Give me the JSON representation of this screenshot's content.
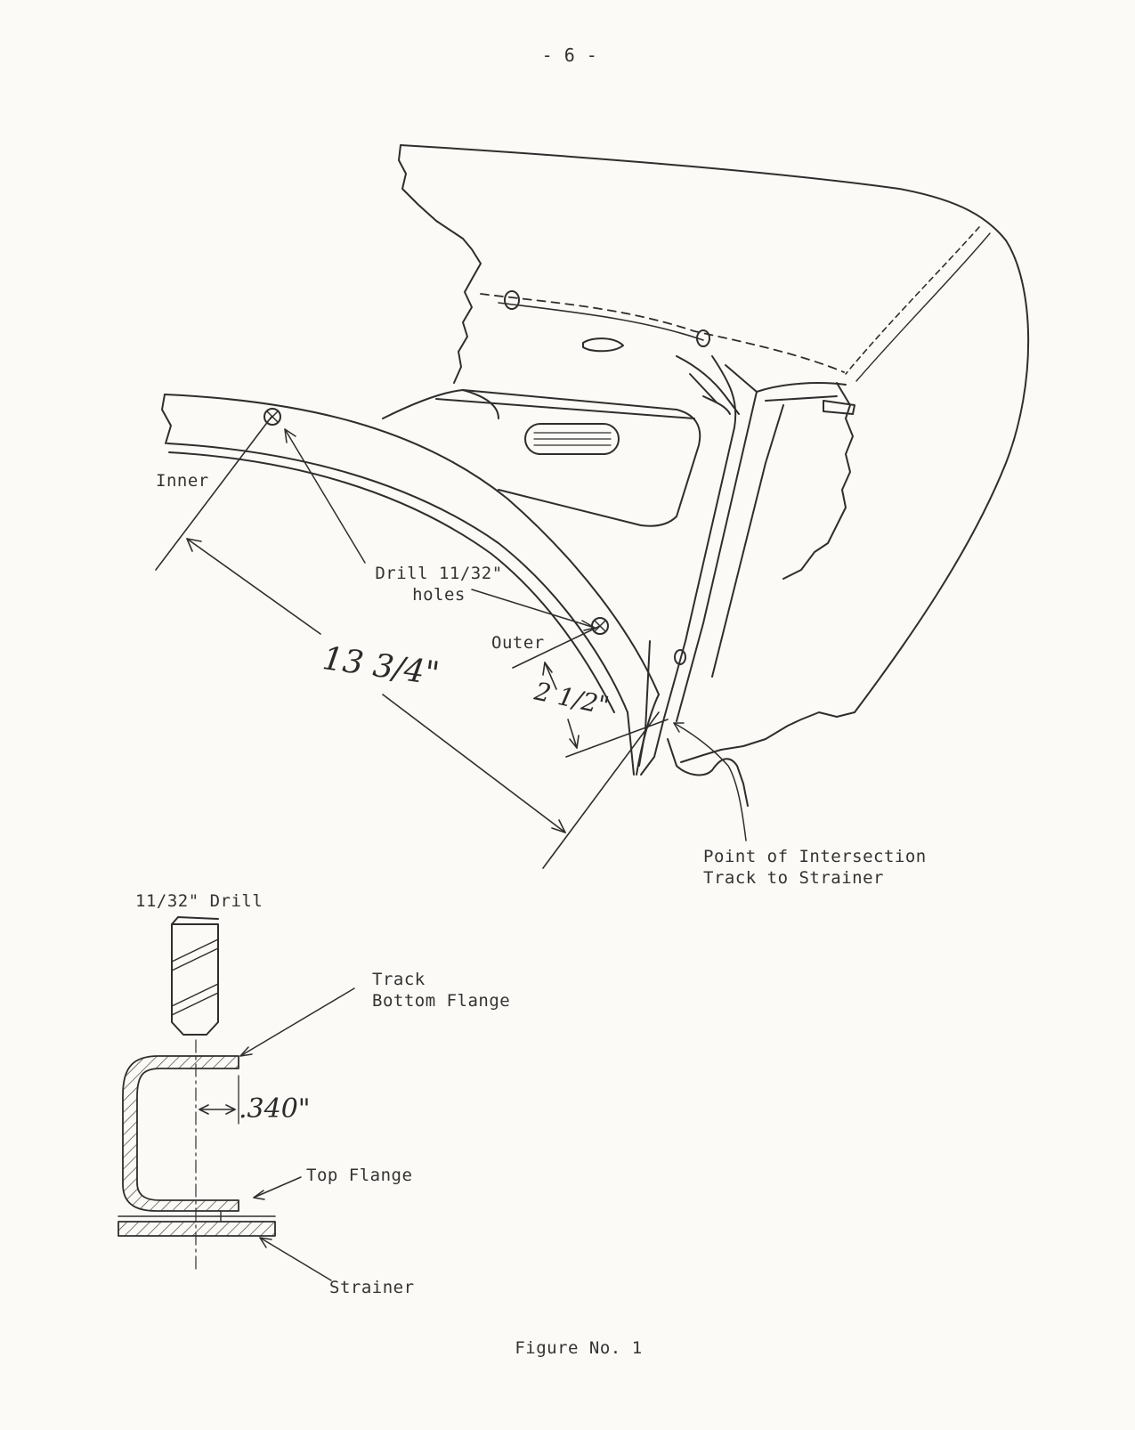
{
  "page_number": "- 6 -",
  "labels": {
    "inner": "Inner",
    "outer": "Outer",
    "drill_line1": "Drill 11/32\"",
    "drill_line2": "holes",
    "dim_long": "13 3/4\"",
    "dim_short": "2 1/2\"",
    "intersection_line1": "Point of Intersection",
    "intersection_line2": "Track to Strainer",
    "drill_size": "11/32\" Drill",
    "track_line1": "Track",
    "track_line2": "Bottom Flange",
    "dim_offset": ".340\"",
    "top_flange": "Top Flange",
    "strainer": "Strainer"
  },
  "caption": "Figure No. 1"
}
